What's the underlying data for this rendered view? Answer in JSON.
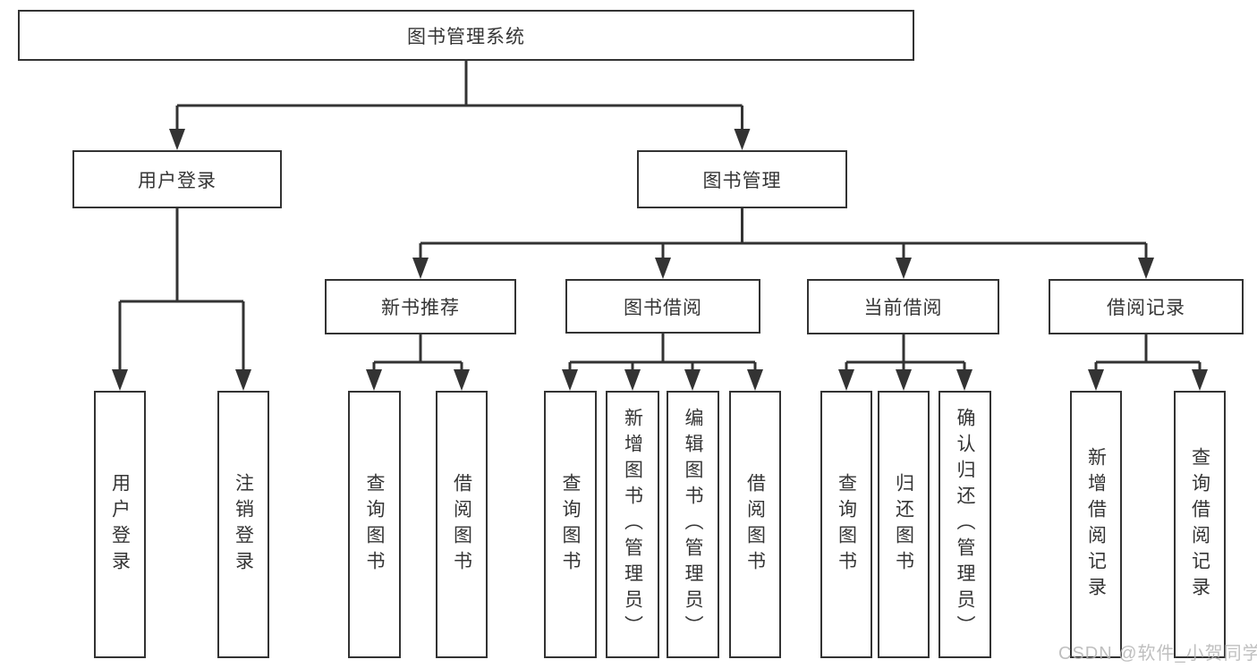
{
  "colors": {
    "line": "#333333",
    "text": "#353535",
    "box_bg": "#ffffff",
    "watermark": "#b5b5b5",
    "background": "#ffffff"
  },
  "root": {
    "label": "图书管理系统"
  },
  "branches": [
    {
      "label": "用户登录",
      "children": [
        {
          "label": "用户登录"
        },
        {
          "label": "注销登录"
        }
      ]
    },
    {
      "label": "图书管理",
      "children": [
        {
          "label": "新书推荐",
          "children": [
            {
              "label": "查询图书"
            },
            {
              "label": "借阅图书"
            }
          ]
        },
        {
          "label": "图书借阅",
          "children": [
            {
              "label": "查询图书"
            },
            {
              "label": "新增图书（管理员）"
            },
            {
              "label": "编辑图书（管理员）"
            },
            {
              "label": "借阅图书"
            }
          ]
        },
        {
          "label": "当前借阅",
          "children": [
            {
              "label": "查询图书"
            },
            {
              "label": "归还图书"
            },
            {
              "label": "确认归还（管理员）"
            }
          ]
        },
        {
          "label": "借阅记录",
          "children": [
            {
              "label": "新增借阅记录"
            },
            {
              "label": "查询借阅记录"
            }
          ]
        }
      ]
    }
  ],
  "watermark": "CSDN @软件_小贺同学"
}
